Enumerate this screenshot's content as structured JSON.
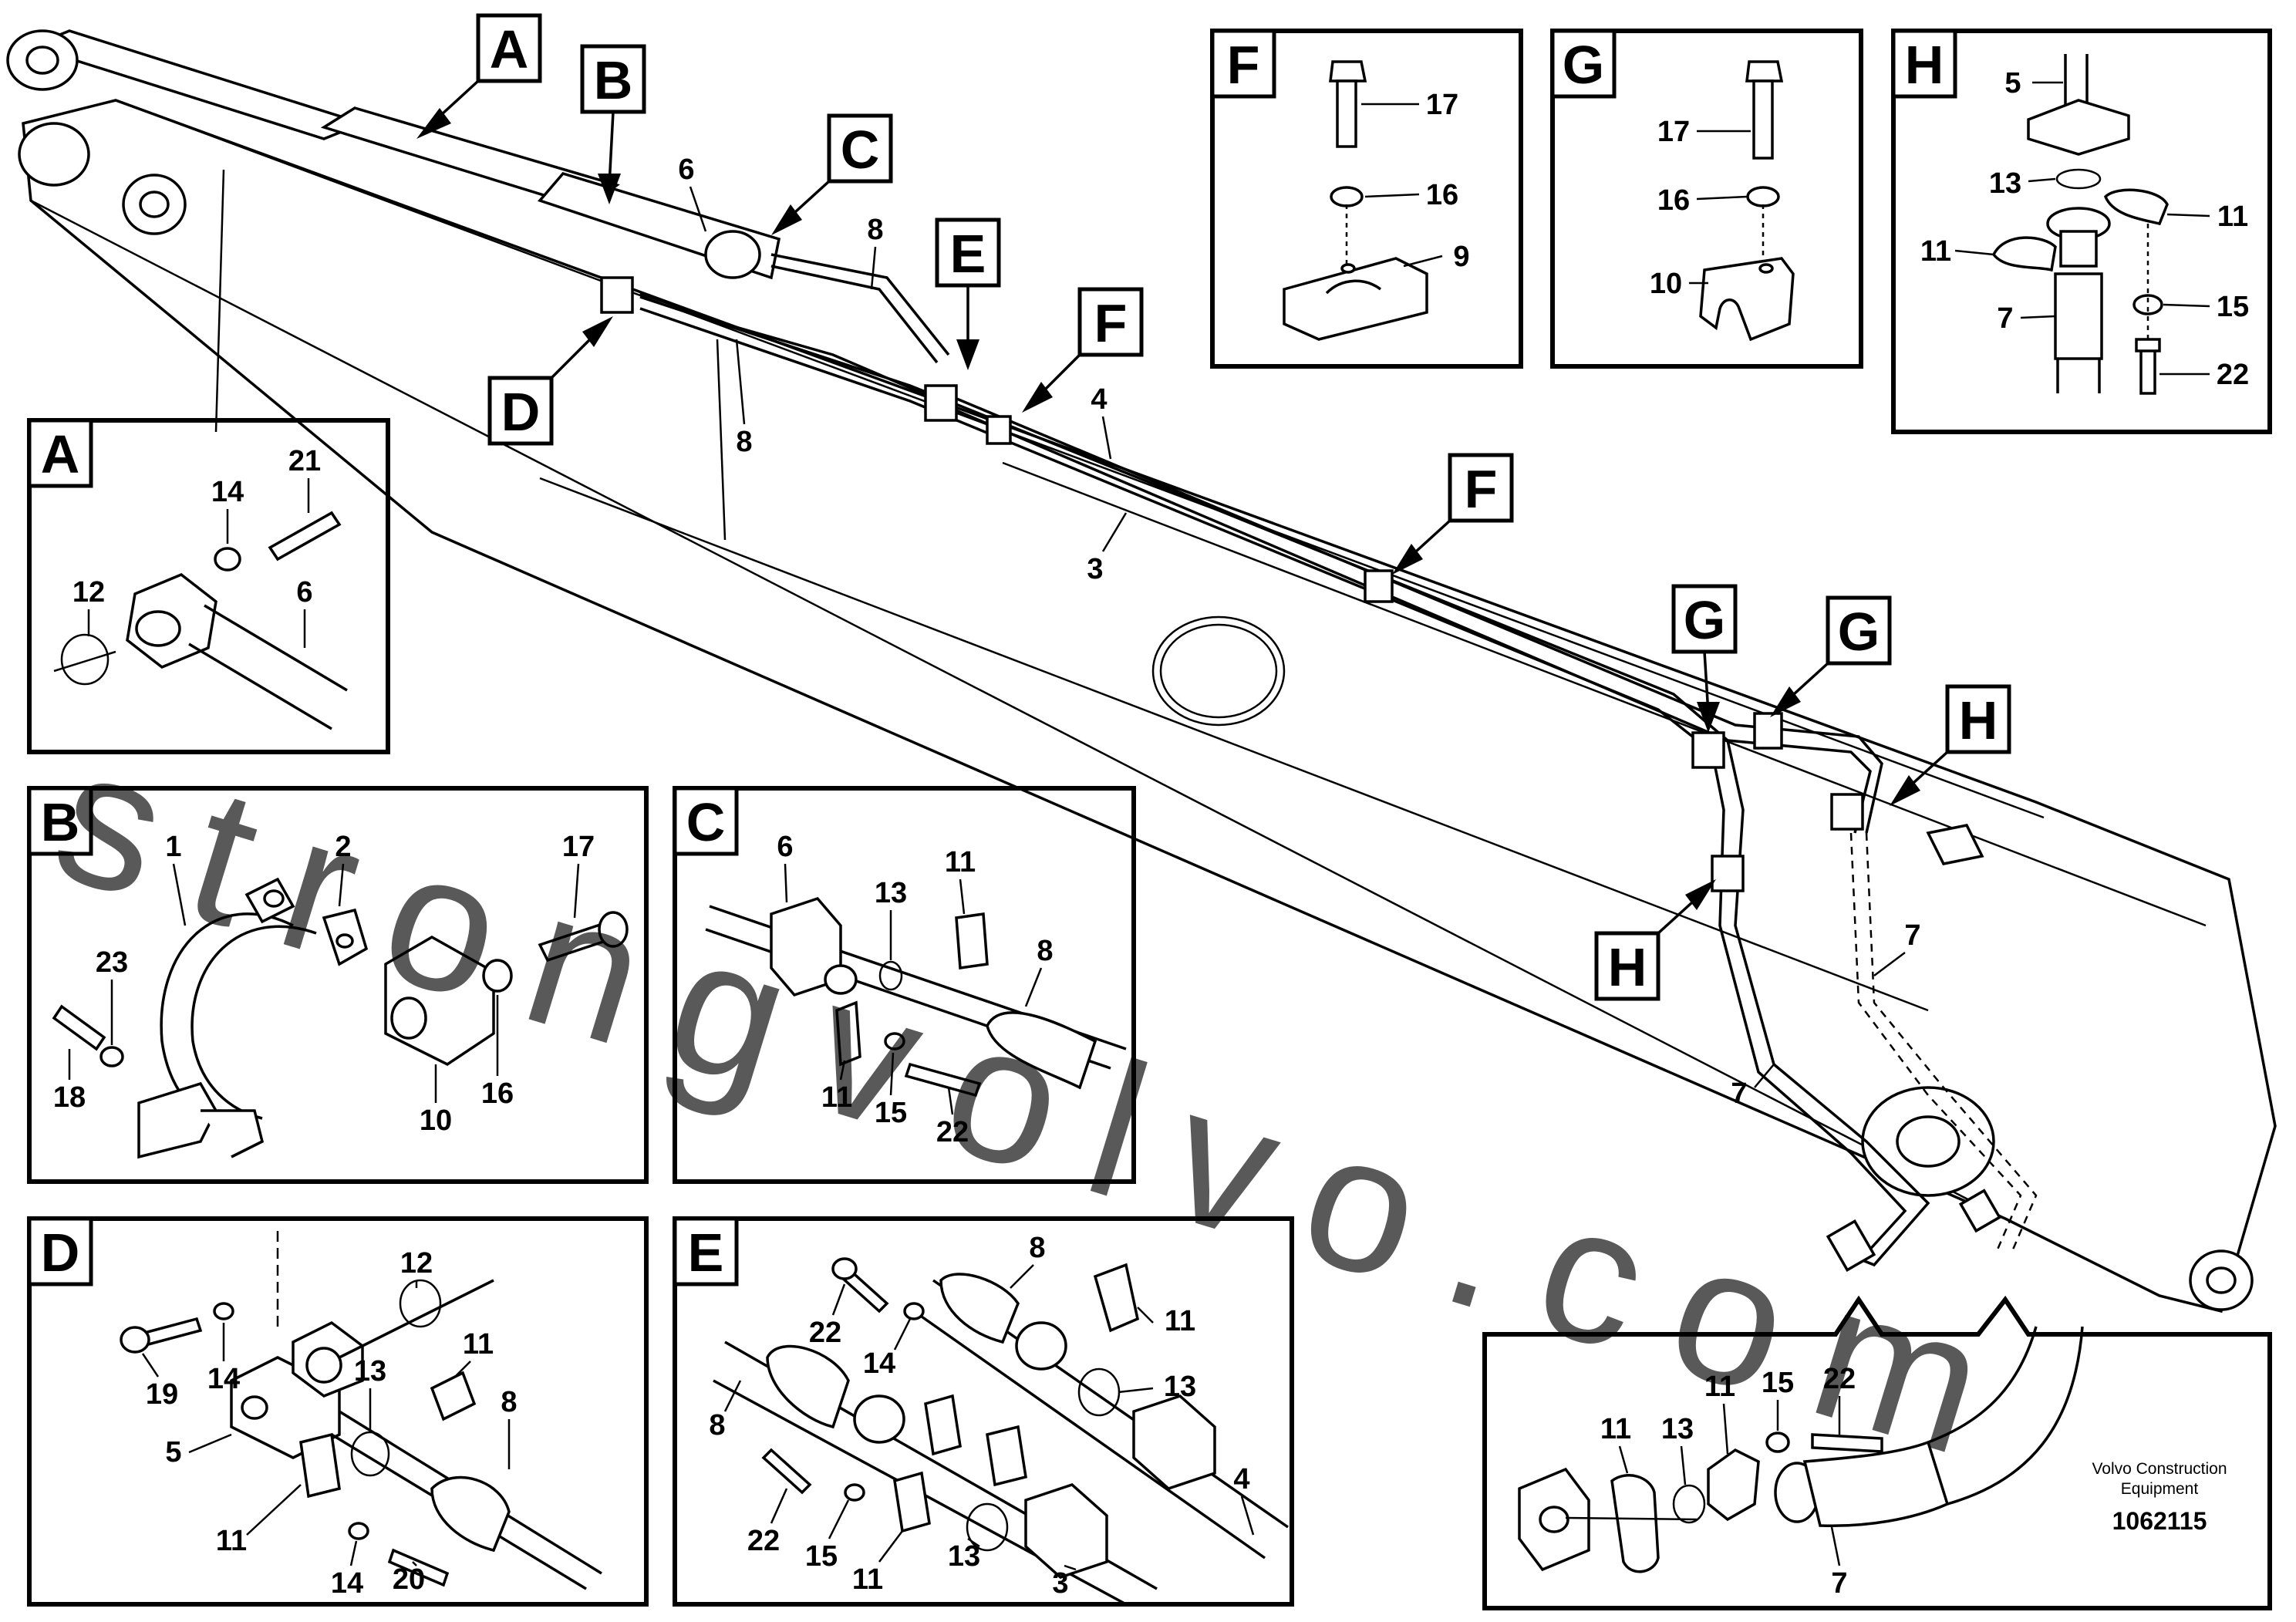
{
  "watermark": "strongvolvo.com",
  "company": {
    "line1": "Volvo Construction",
    "line2": "Equipment"
  },
  "drawing_number": "1062115",
  "main_view": {
    "callout_tags": [
      "A",
      "B",
      "C",
      "D",
      "E",
      "F",
      "F",
      "G",
      "G",
      "H",
      "H"
    ],
    "part_numbers": [
      "6",
      "8",
      "8",
      "4",
      "3",
      "7",
      "7"
    ]
  },
  "detail_panels": {
    "A": {
      "tag": "A",
      "parts": [
        "21",
        "14",
        "12",
        "6"
      ]
    },
    "B": {
      "tag": "B",
      "parts": [
        "1",
        "2",
        "17",
        "23",
        "18",
        "10",
        "16"
      ]
    },
    "C": {
      "tag": "C",
      "parts": [
        "6",
        "11",
        "13",
        "8",
        "11",
        "15",
        "22"
      ]
    },
    "D": {
      "tag": "D",
      "parts": [
        "12",
        "19",
        "14",
        "13",
        "11",
        "5",
        "8",
        "11",
        "14",
        "20"
      ]
    },
    "E": {
      "tag": "E",
      "parts": [
        "8",
        "22",
        "14",
        "11",
        "13",
        "8",
        "4",
        "22",
        "15",
        "11",
        "13",
        "3"
      ]
    },
    "F": {
      "tag": "F",
      "parts": [
        "17",
        "16",
        "9"
      ]
    },
    "G": {
      "tag": "G",
      "parts": [
        "17",
        "16",
        "10"
      ]
    },
    "H": {
      "tag": "H",
      "parts": [
        "5",
        "13",
        "11",
        "11",
        "7",
        "15",
        "22"
      ]
    },
    "fitting": {
      "parts": [
        "11",
        "15",
        "22",
        "11",
        "13",
        "7"
      ]
    }
  }
}
